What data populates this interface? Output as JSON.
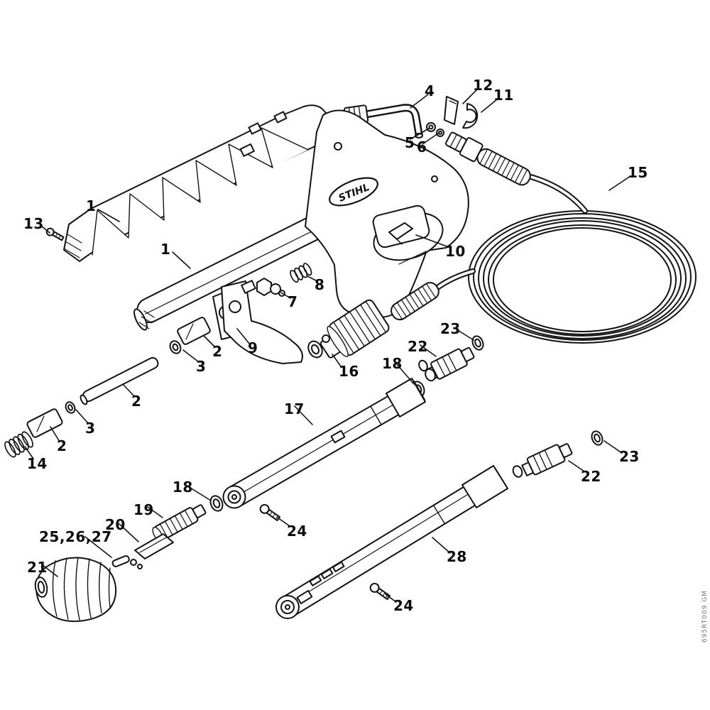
{
  "logo": "STIHL",
  "doc_code": "695RT009 GM",
  "labels": [
    {
      "text": "13"
    },
    {
      "text": "1"
    },
    {
      "text": "1"
    },
    {
      "text": "4"
    },
    {
      "text": "12"
    },
    {
      "text": "11"
    },
    {
      "text": "5"
    },
    {
      "text": "6"
    },
    {
      "text": "15"
    },
    {
      "text": "10"
    },
    {
      "text": "8"
    },
    {
      "text": "7"
    },
    {
      "text": "9"
    },
    {
      "text": "2"
    },
    {
      "text": "3"
    },
    {
      "text": "2"
    },
    {
      "text": "3"
    },
    {
      "text": "2"
    },
    {
      "text": "14"
    },
    {
      "text": "16"
    },
    {
      "text": "17"
    },
    {
      "text": "18"
    },
    {
      "text": "22"
    },
    {
      "text": "23"
    },
    {
      "text": "18"
    },
    {
      "text": "19"
    },
    {
      "text": "20"
    },
    {
      "text": "25,26,27"
    },
    {
      "text": "21"
    },
    {
      "text": "24"
    },
    {
      "text": "28"
    },
    {
      "text": "24"
    },
    {
      "text": "22"
    },
    {
      "text": "23"
    }
  ]
}
